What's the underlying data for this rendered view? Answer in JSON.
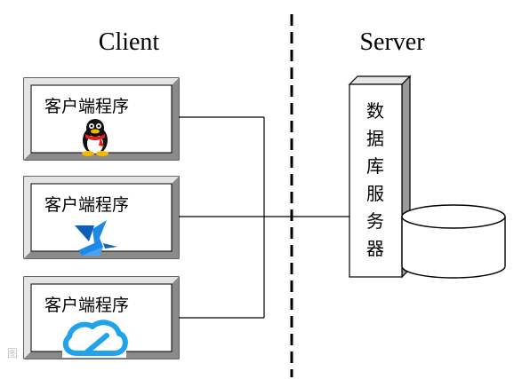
{
  "headings": {
    "left": "Client",
    "right": "Server"
  },
  "clients": [
    {
      "label": "客户端程序",
      "logo": "penguin-icon"
    },
    {
      "label": "客户端程序",
      "logo": "swift-bird-icon"
    },
    {
      "label": "客户端程序",
      "logo": "cloud-icon"
    }
  ],
  "server": {
    "label_chars": [
      "数",
      "据",
      "库",
      "服",
      "务",
      "器"
    ],
    "storage": "database-cylinder-icon"
  },
  "watermark": "图",
  "colors": {
    "frame": "#c0c0c0",
    "line": "#000000",
    "bird_blue": "#1e88e5",
    "cloud_blue": "#1fa3ec"
  }
}
